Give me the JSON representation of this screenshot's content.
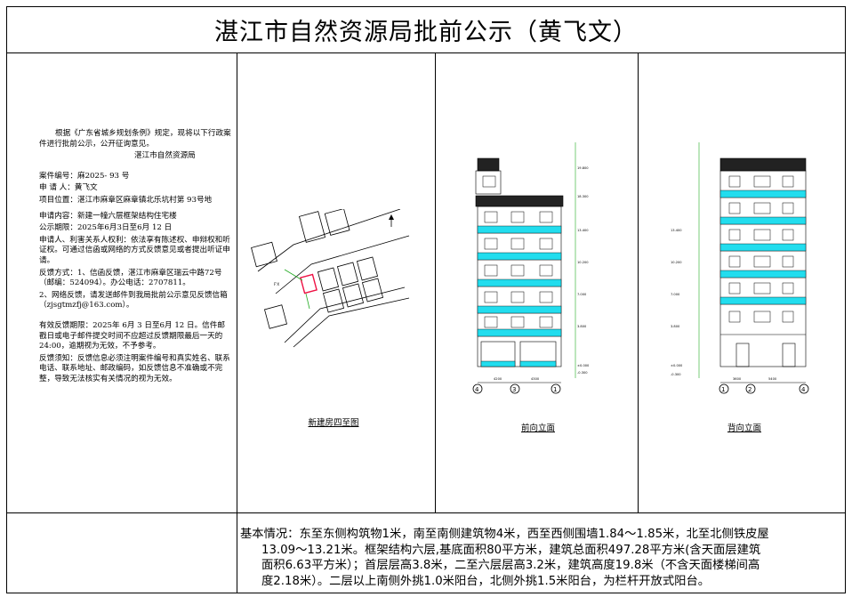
{
  "title": "湛江市自然资源局批前公示（黄飞文）",
  "notice": {
    "intro": "根据《广东省城乡规划条例》规定，现将以下行政案件进行批前公示，公开征询意见。",
    "signer": "湛江市自然资源局",
    "case_no": "案件编号：麻2025- 93 号",
    "applicant": "申 请 人：黄飞文",
    "location": "项目位置：湛江市麻章区麻章镇北乐坑村第 93号地",
    "content": "申请内容：新建一幢六层框架结构住宅楼",
    "period": "公示期限：2025年6月3日至6月 12 日",
    "rights": "申请人、利害关系人权利：依法享有陈述权、申辩权和听证权。可通过信函或网络的方式反馈意见或者提出听证申请。",
    "feedback1": "反馈方式：1、信函反馈，湛江市麻章区瑞云中路72号（邮编：524094）。办公电话：2707811。",
    "feedback2": "2、网络反馈，请发送邮件到我局批前公示意见反馈信箱（zjsgtmzfj@163.com）。",
    "valid_period": "有效反馈期限：2025年 6月 3 日至6月 12 日。信件邮戳日或电子邮件提交时间不应超过反馈期限最后一天的24:00，逾期视为无效，不予参考。",
    "instructions": "反馈须知：反馈信息必须注明案件编号和真实姓名、联系电话、联系地址、邮政编码，如反馈信息不准确或不完整，导致无法核实有关情况的视为无效。"
  },
  "captions": {
    "site_plan": "新建房四至图",
    "front_elevation": "前向立面",
    "back_elevation": "背向立面"
  },
  "drawing_labels": {
    "front_axes": [
      "4",
      "3",
      "1"
    ],
    "back_axes": [
      "1",
      "2",
      "4"
    ],
    "front_dims": [
      "4200",
      "4300"
    ],
    "back_dims": [
      "3600",
      "5400"
    ],
    "levels": [
      "19.800",
      "18.300",
      "13.400",
      "10.200",
      "7.000",
      "3.800",
      "±0.000",
      "-0.300"
    ]
  },
  "basic": {
    "line1": "基本情况：东至东侧构筑物1米，南至南侧建筑物4米，西至西侧围墙1.84～1.85米，北至北侧铁皮屋",
    "line2": "13.09～13.21米。框架结构六层,基底面积80平方米，建筑总面积497.28平方米(含天面层建筑",
    "line3": "面积6.63平方米）；首层层高3.8米，二至六层层高3.2米，建筑高度19.8米（不含天面楼梯间高",
    "line4": "度2.18米）。二层以上南侧外挑1.0米阳台，北侧外挑1.5米阳台，为栏杆开放式阳台。"
  },
  "colors": {
    "balcony_cyan": "#22ddee",
    "red_mark": "#ee1144",
    "green_dim": "#22aa22",
    "roof_dark": "#222222"
  }
}
